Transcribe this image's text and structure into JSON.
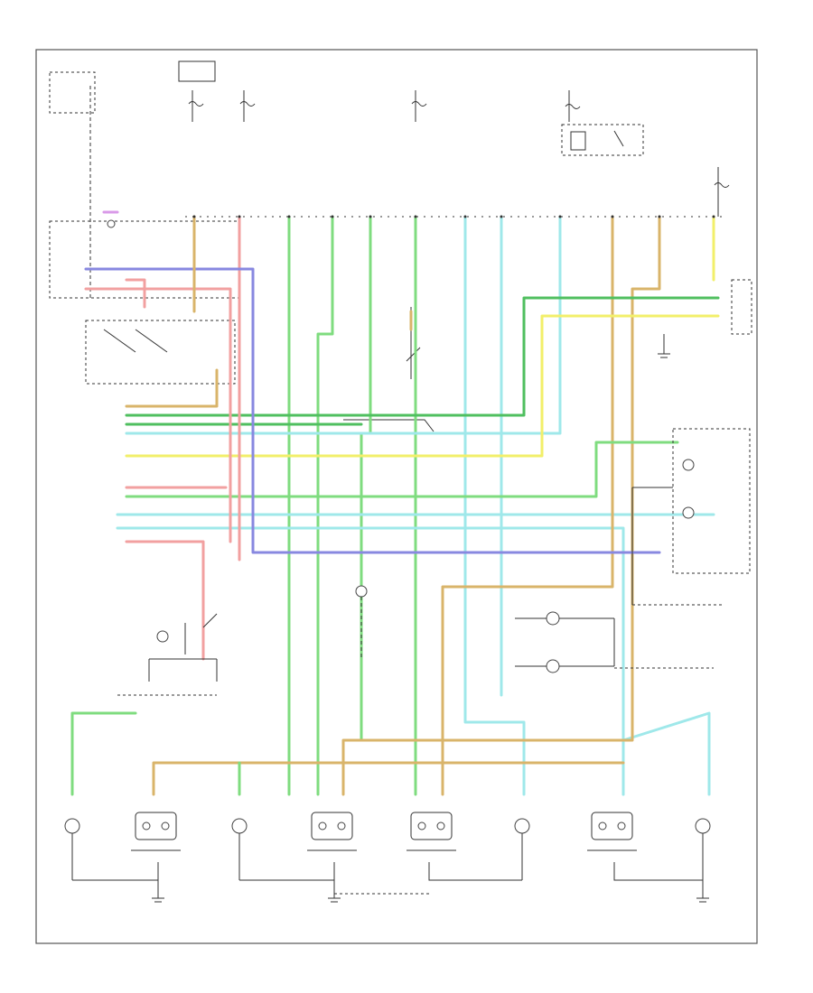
{
  "page": {
    "footer_code": ""
  },
  "colors": {
    "green": "#7fdc7f",
    "dark_green": "#4fbf5f",
    "yellow": "#f2ef6a",
    "tan": "#d9b46a",
    "cyan": "#9fe8ea",
    "red": "#f2a0a0",
    "blue": "#8888e0",
    "pink": "#d99ae8",
    "line": "#333333"
  },
  "components": [
    {
      "id": "top-fuse-1"
    },
    {
      "id": "top-fuse-2"
    },
    {
      "id": "top-fuse-3"
    },
    {
      "id": "top-fuse-4"
    },
    {
      "id": "relay-box"
    },
    {
      "id": "headlamp-switch"
    },
    {
      "id": "multifunction-switch"
    },
    {
      "id": "instrument-cluster"
    },
    {
      "id": "trailer-connector"
    },
    {
      "id": "lamp-left-front-park"
    },
    {
      "id": "lamp-left-front-turn"
    },
    {
      "id": "lamp-left-rear-side"
    },
    {
      "id": "lamp-left-rear-stop"
    },
    {
      "id": "lamp-right-rear-stop"
    },
    {
      "id": "lamp-right-rear-side"
    },
    {
      "id": "lamp-right-front-turn"
    },
    {
      "id": "lamp-right-front-park"
    },
    {
      "id": "license-lamp-left"
    },
    {
      "id": "license-lamp-right"
    },
    {
      "id": "indicator-lamp"
    },
    {
      "id": "ground-left"
    },
    {
      "id": "ground-center"
    },
    {
      "id": "ground-right"
    }
  ]
}
